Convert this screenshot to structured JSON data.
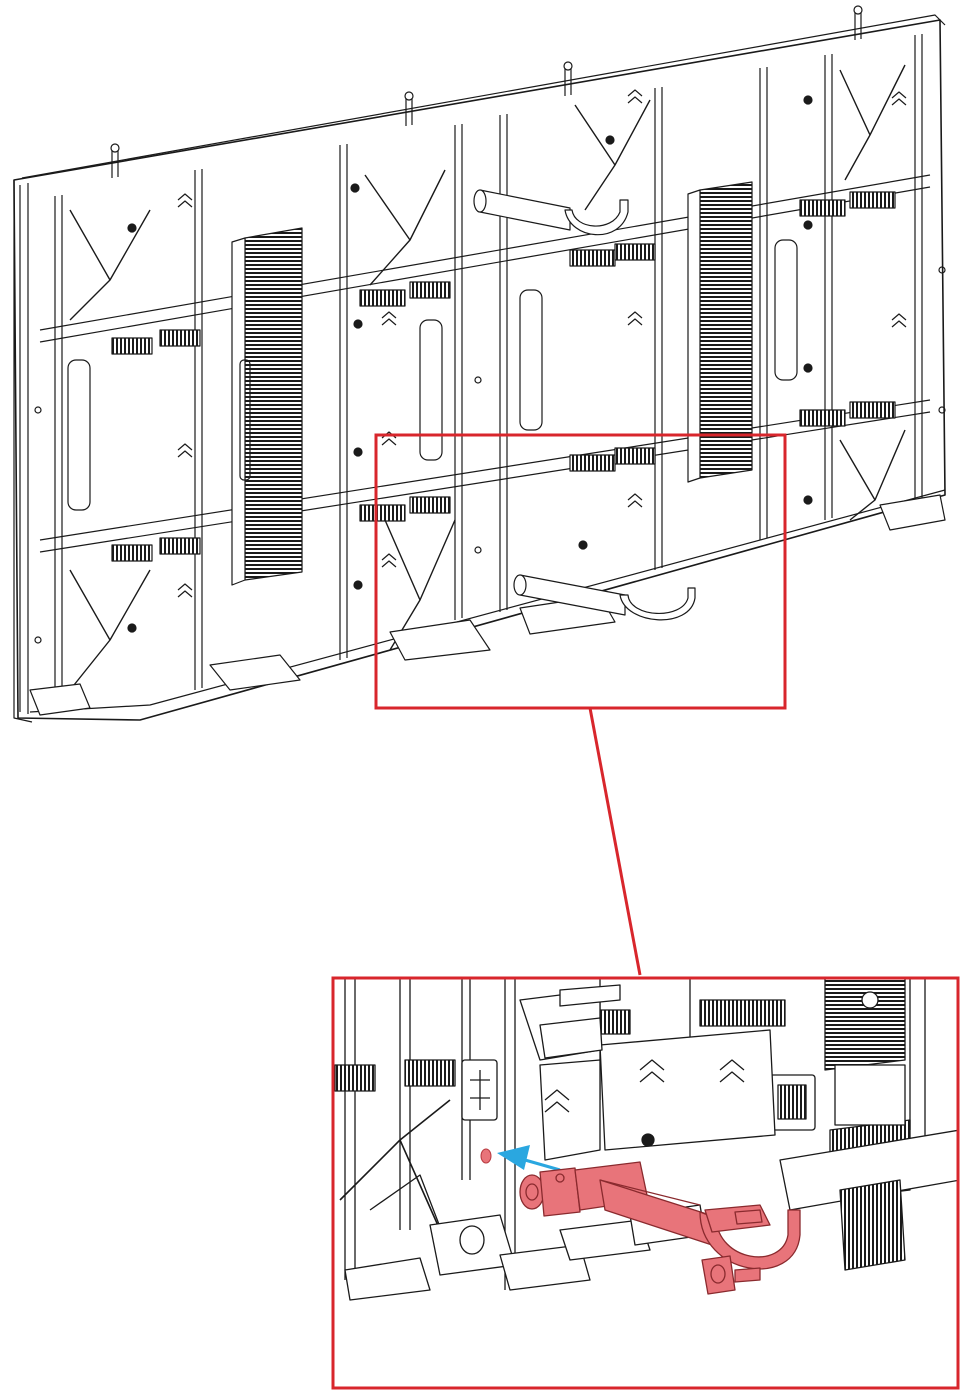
{
  "figure": {
    "callout_color": "#d8262c",
    "highlight_color": "#e8747a",
    "arrow_color": "#2aa7e0",
    "line_color": "#1a1a1a"
  },
  "parts": {
    "main_view": "led-cabinet-rear-assembly",
    "detail_view": "connecting-bar-installation-detail",
    "highlighted_part": "connecting-bar-with-clamp",
    "arrow_icon": "insert-direction-arrow-icon",
    "target_hole": "locating-hole-marker"
  }
}
